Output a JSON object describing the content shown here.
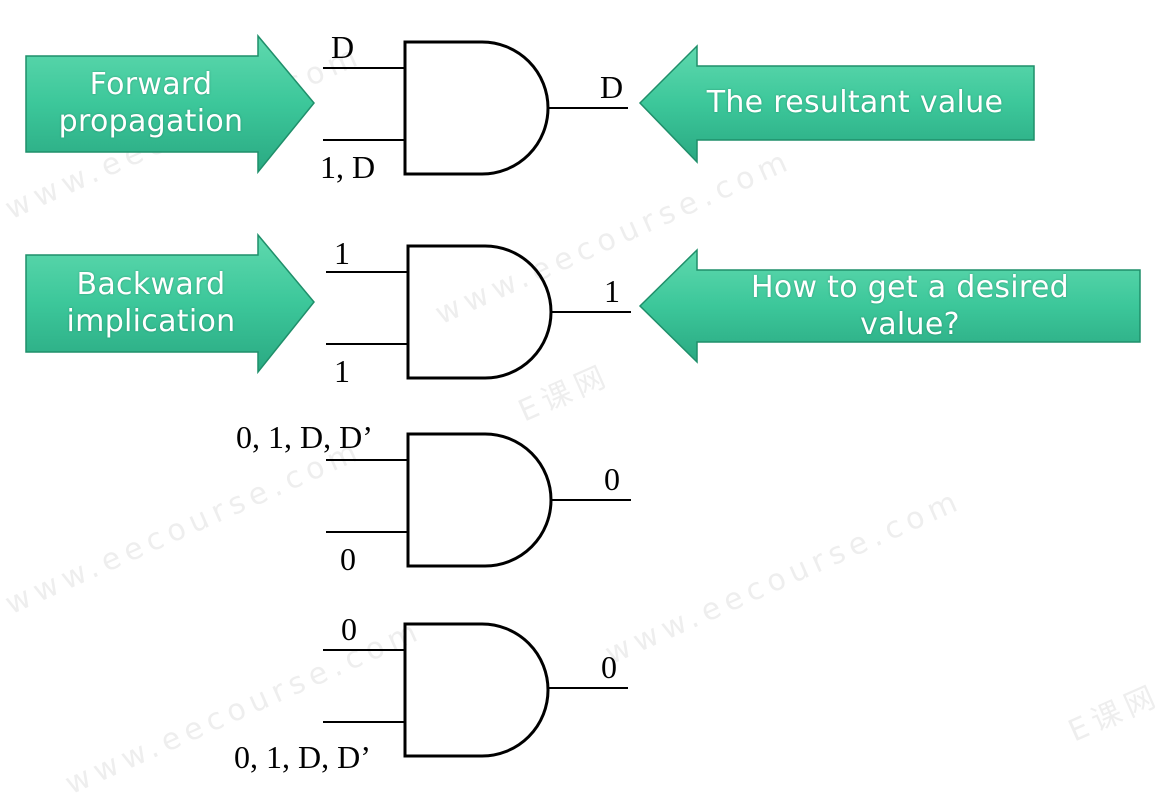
{
  "colors": {
    "arrow_fill": "#3cc79a",
    "arrow_stroke": "#1f8f6a",
    "wire": "#000000"
  },
  "arrows": [
    {
      "text_lines": [
        "Forward",
        "propagation"
      ],
      "direction": "right"
    },
    {
      "text_lines": [
        "The resultant value"
      ],
      "direction": "left"
    },
    {
      "text_lines": [
        "Backward",
        "implication"
      ],
      "direction": "right"
    },
    {
      "text_lines": [
        "How to get a desired",
        "value?"
      ],
      "direction": "left"
    }
  ],
  "gates": [
    {
      "type": "AND",
      "input_top": "D",
      "input_bottom": "1, D",
      "output": "D"
    },
    {
      "type": "AND",
      "input_top": "1",
      "input_bottom": "1",
      "output": "1"
    },
    {
      "type": "AND",
      "input_top": "0, 1, D, D’",
      "input_bottom": "0",
      "output": "0"
    },
    {
      "type": "AND",
      "input_top": "0",
      "input_bottom": "0, 1, D, D’",
      "output": "0"
    }
  ],
  "watermark_texts": [
    "www.eecourse.com",
    "E课网"
  ]
}
